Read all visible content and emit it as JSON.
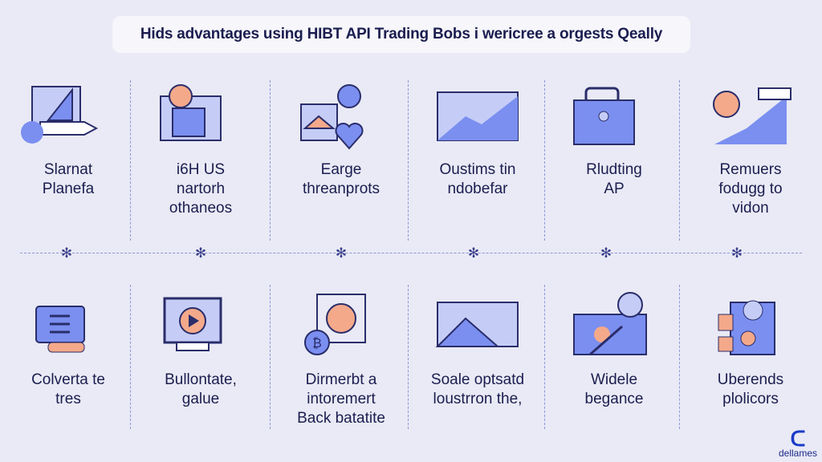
{
  "title": "Hids advantages using HIBT API Trading Bobs i wericree a orgests Qeally",
  "row1": [
    {
      "icon": "rocket-chart-icon",
      "lines": [
        "Slarnat",
        "Planefa"
      ]
    },
    {
      "icon": "monitor-coin-icon",
      "lines": [
        "i6H US",
        "nartorh",
        "othaneos"
      ]
    },
    {
      "icon": "house-dollar-icon",
      "lines": [
        "Earge",
        "threanprots"
      ]
    },
    {
      "icon": "growth-chart-icon",
      "lines": [
        "Oustims tin",
        "ndobefar"
      ]
    },
    {
      "icon": "briefcase-icon",
      "lines": [
        "Rludting",
        "AP"
      ]
    },
    {
      "icon": "person-chart-icon",
      "lines": [
        "Remuers",
        "fodugg to",
        "vidon"
      ]
    }
  ],
  "row2": [
    {
      "icon": "document-hand-icon",
      "lines": [
        "Colverta te",
        "tres"
      ]
    },
    {
      "icon": "video-play-icon",
      "lines": [
        "Bullontate,",
        "galue"
      ]
    },
    {
      "icon": "bitcoin-search-icon",
      "lines": [
        "Dirmerbt a",
        "intoremert",
        "Back batatite"
      ]
    },
    {
      "icon": "mountain-image-icon",
      "lines": [
        "Soale optsatd",
        "loustrron the,"
      ]
    },
    {
      "icon": "pen-avatar-icon",
      "lines": [
        "Widele",
        "begance"
      ]
    },
    {
      "icon": "office-worker-icon",
      "lines": [
        "Uberends",
        "plolicors"
      ]
    }
  ],
  "logo": "dellames",
  "colors": {
    "accent": "#7b8ff0",
    "peach": "#f4a98a",
    "ink": "#1b1d4f"
  }
}
